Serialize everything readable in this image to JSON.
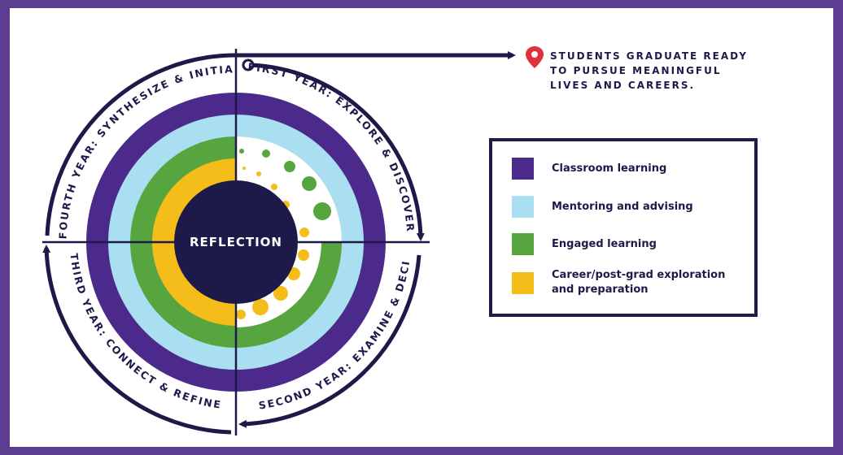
{
  "diagram": {
    "center_label": "REFLECTION",
    "quadrant_labels": {
      "first": "FIRST YEAR: EXPLORE & DISCOVER",
      "second": "SECOND YEAR: EXAMINE & DECIDE",
      "third": "THIRD YEAR: CONNECT & REFINE",
      "fourth": "FOURTH YEAR: SYNTHESIZE & INITIATE"
    },
    "outcome_text": "STUDENTS GRADUATE READY\nTO PURSUE MEANINGFUL\nLIVES AND CAREERS.",
    "outcome_icon": "location-pin-icon",
    "colors": {
      "classroom": "#4b2a8c",
      "mentoring": "#a9dff0",
      "engaged": "#56a53f",
      "career": "#f4bd19",
      "navy": "#1d1a4a",
      "pin": "#e0313b"
    }
  },
  "legend": {
    "items": [
      {
        "label": "Classroom learning",
        "color": "#4b2a8c"
      },
      {
        "label": "Mentoring and advising",
        "color": "#a9dff0"
      },
      {
        "label": "Engaged learning",
        "color": "#56a53f"
      },
      {
        "label": "Career/post-grad exploration\nand preparation",
        "color": "#f4bd19"
      }
    ]
  }
}
